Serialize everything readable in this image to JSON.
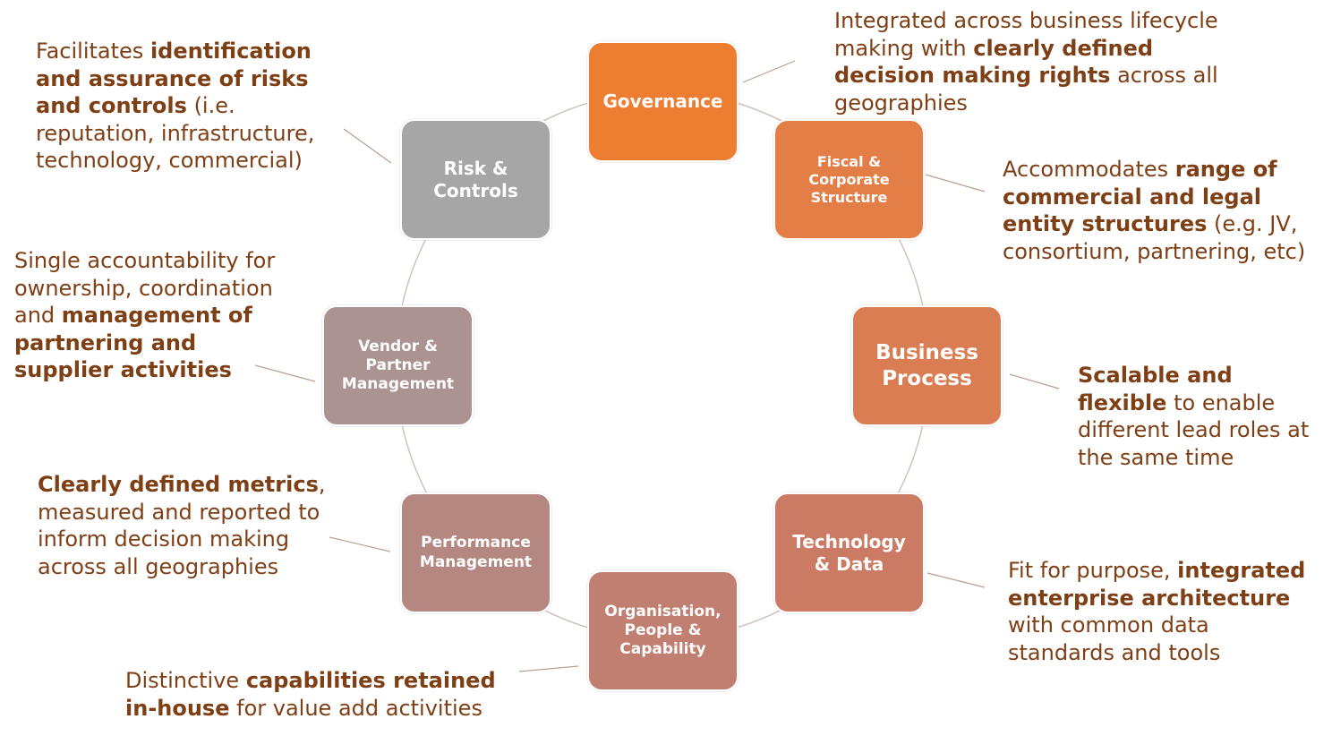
{
  "nodes": {
    "governance": {
      "label": "Governance",
      "color": "#ED7D31"
    },
    "fiscal": {
      "label": "Fiscal & Corporate Structure",
      "color": "#E37E47"
    },
    "business": {
      "label": "Business Process",
      "color": "#DA7D52"
    },
    "technology": {
      "label": "Technology & Data",
      "color": "#CB7B64"
    },
    "organisation": {
      "label": "Organisation, People & Capability",
      "color": "#C07F70"
    },
    "performance": {
      "label": "Performance Management",
      "color": "#B48880"
    },
    "vendor": {
      "label": "Vendor & Partner Management",
      "color": "#AB9391"
    },
    "risk": {
      "label": "Risk & Controls",
      "color": "#A6A6A6"
    }
  },
  "notes": {
    "governance": {
      "p1": "Integrated across business lifecycle making with ",
      "b1": "clearly defined decision making rights",
      "p2": " across all geographies"
    },
    "fiscal": {
      "p1": "Accommodates ",
      "b1": "range of commercial and legal entity structures",
      "p2": " (e.g. JV, consortium, partnering, etc)"
    },
    "business": {
      "b1": "Scalable and flexible",
      "p1": " to enable different lead roles at the same time"
    },
    "technology": {
      "p1": "Fit for purpose, ",
      "b1": "integrated enterprise architecture",
      "p2": " with common data standards and tools"
    },
    "organisation": {
      "p1": "Distinctive ",
      "b1": "capabilities retained in-house",
      "p2": " for value add activities"
    },
    "performance": {
      "b1": "Clearly defined metrics",
      "p1": ", measured and reported to inform decision making across all geographies"
    },
    "vendor": {
      "p1": "Single accountability for ownership, coordination and ",
      "b1": "management of partnering and supplier activities"
    },
    "risk": {
      "p1": "Facilitates ",
      "b1": "identification and assurance of risks and controls",
      "p2": " (i.e. reputation, infrastructure, technology, commercial)"
    }
  },
  "colors": {
    "text": "#7F3F15",
    "connector": "#C9A089"
  }
}
